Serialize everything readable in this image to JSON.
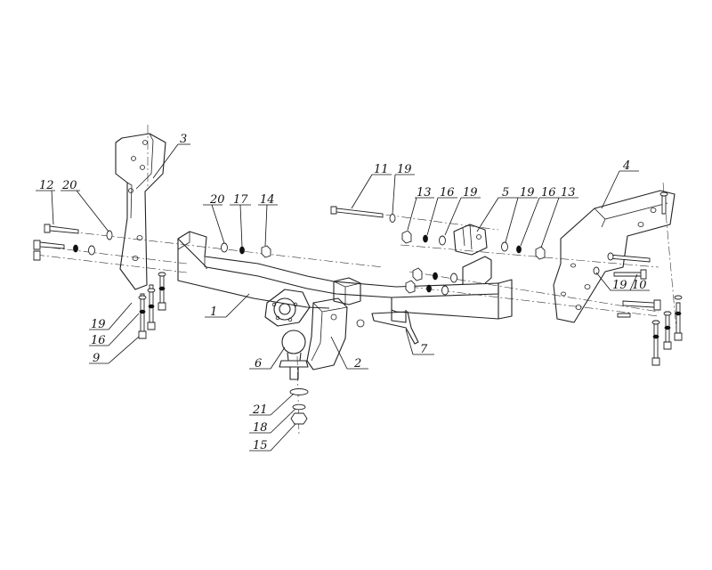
{
  "callouts": {
    "c1": "1",
    "c2": "2",
    "c3": "3",
    "c4": "4",
    "c5": "5",
    "c6": "6",
    "c7": "7",
    "c9": "9",
    "c10": "10",
    "c11": "11",
    "c12": "12",
    "c13a": "13",
    "c13b": "13",
    "c14": "14",
    "c15": "15",
    "c16a": "16",
    "c16b": "16",
    "c16c": "16",
    "c17": "17",
    "c18": "18",
    "c19a": "19",
    "c19b": "19",
    "c19c": "19",
    "c19d": "19",
    "c19e": "19",
    "c20a": "20",
    "c20b": "20",
    "c21": "21"
  }
}
